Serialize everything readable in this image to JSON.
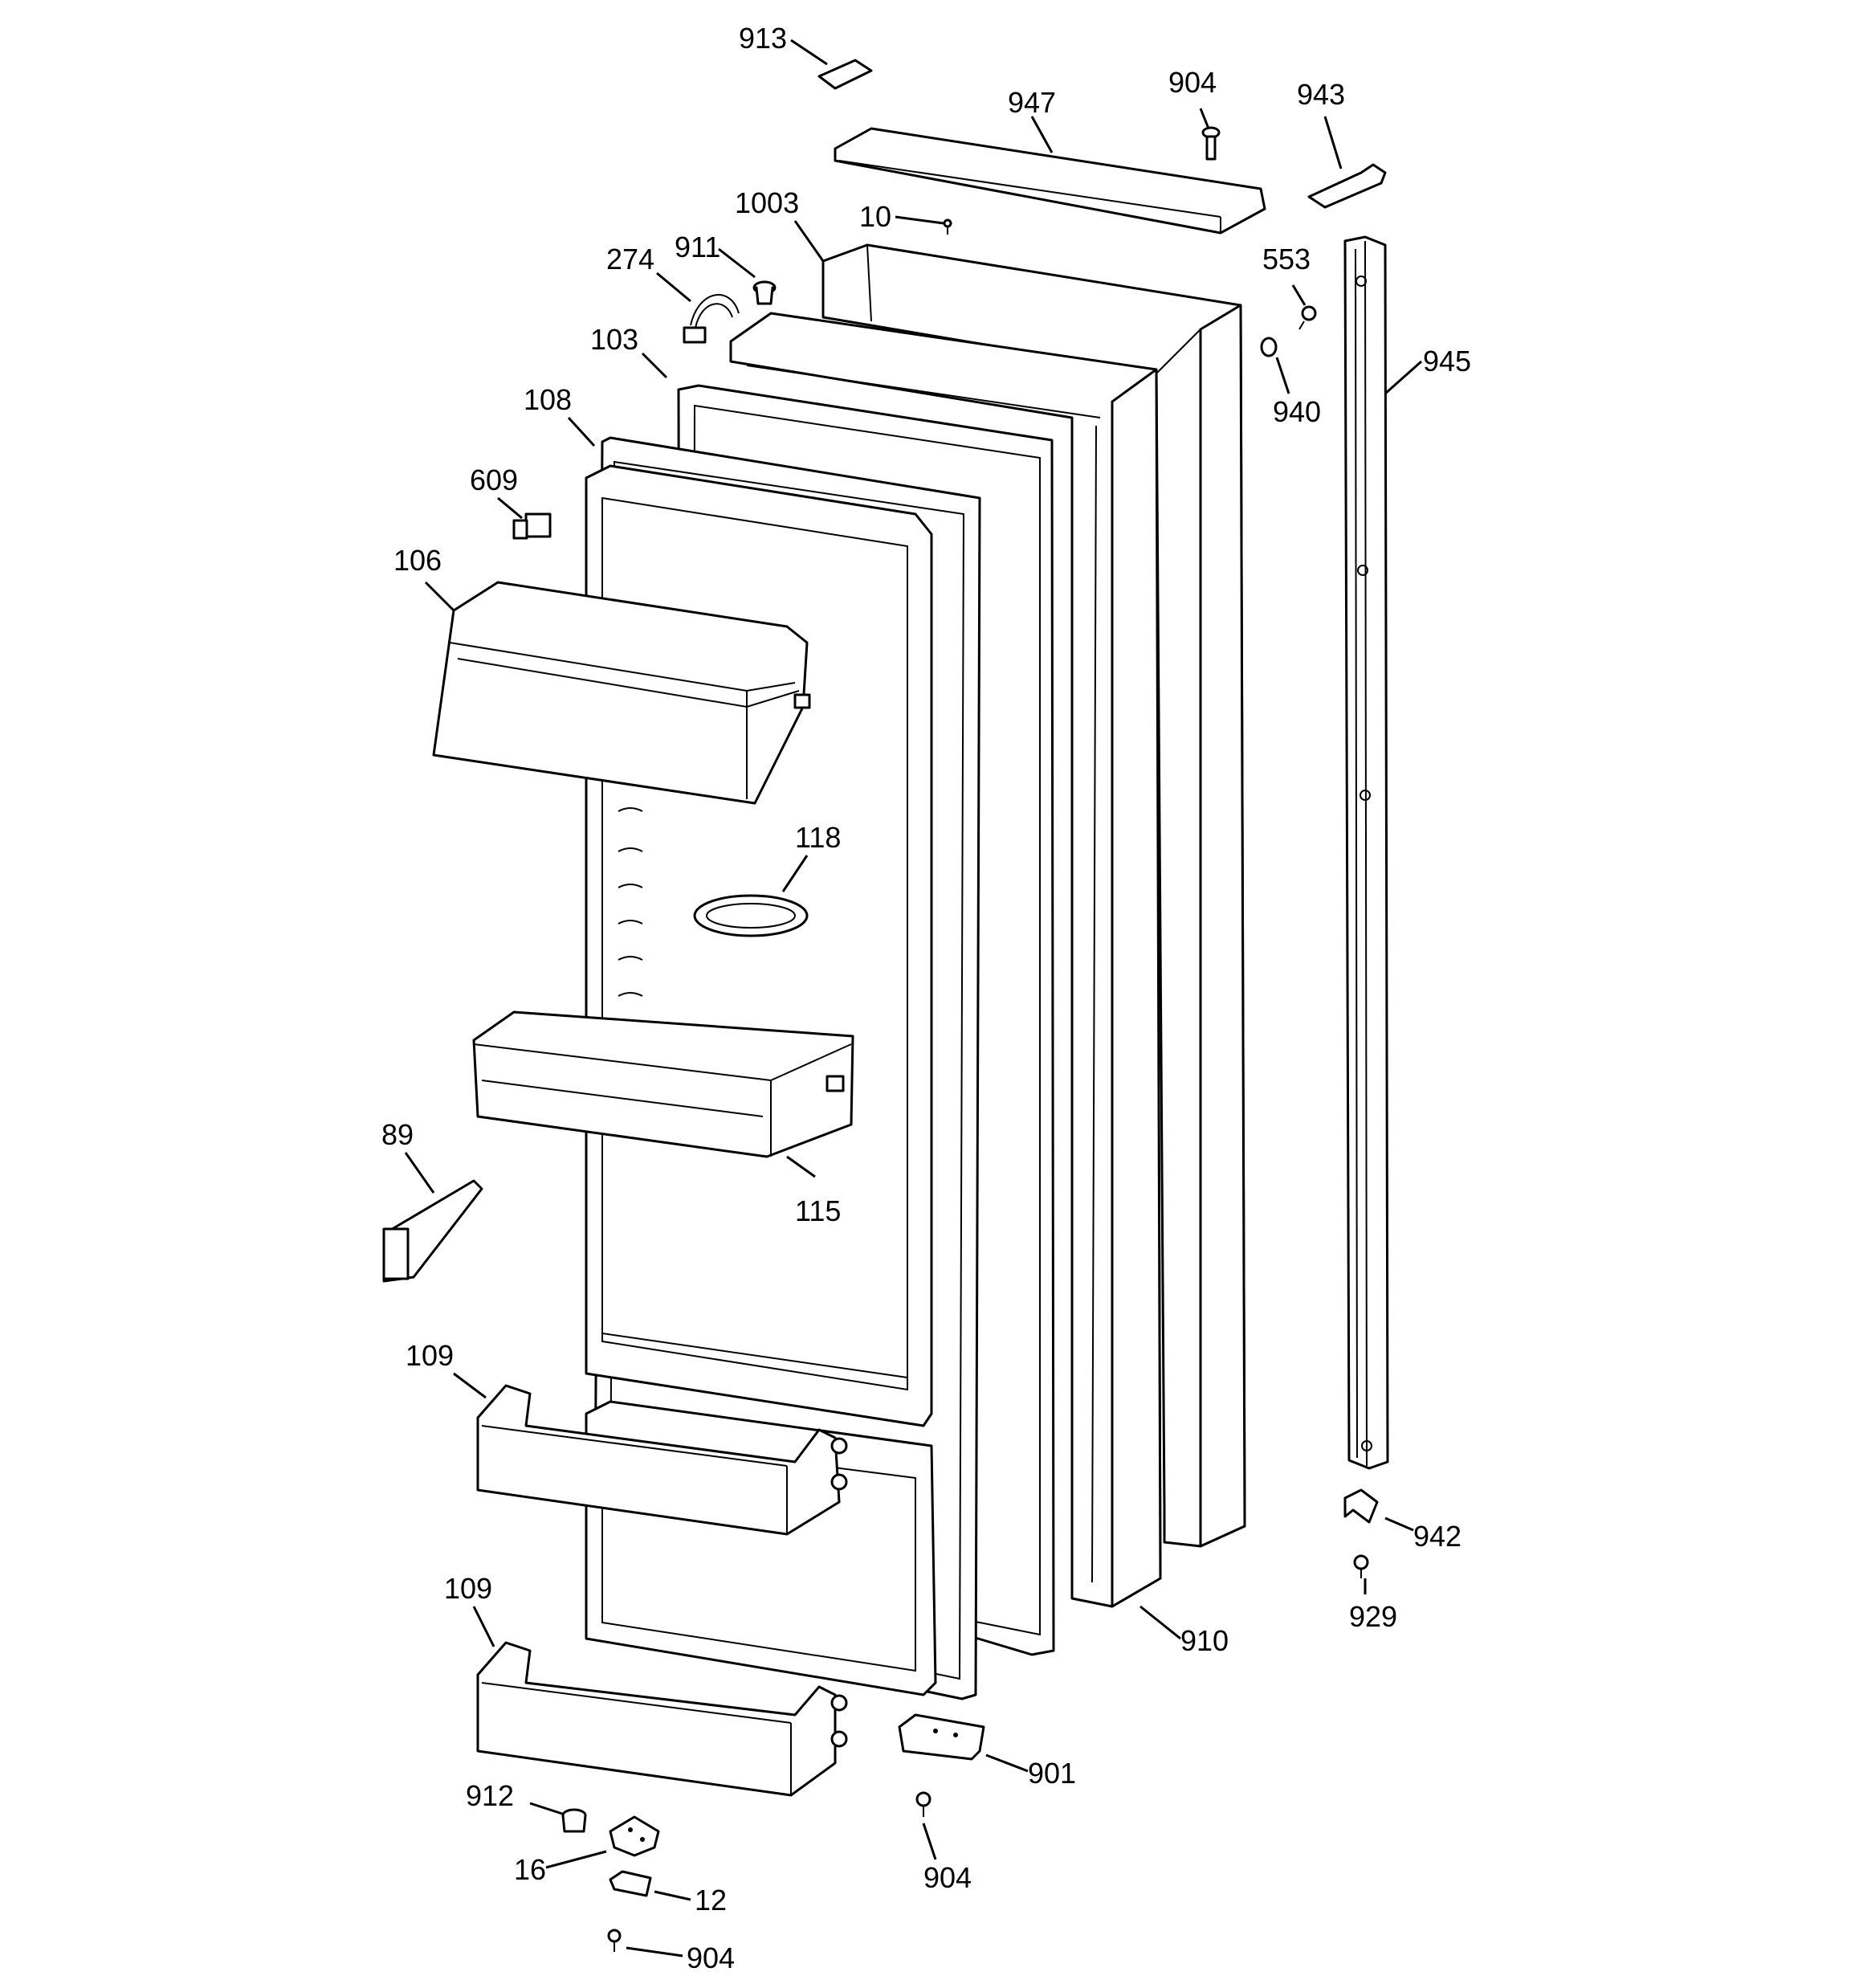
{
  "labels": {
    "p913": "913",
    "p947": "947",
    "p904_top": "904",
    "p943": "943",
    "p1003": "1003",
    "p10": "10",
    "p911": "911",
    "p274": "274",
    "p553": "553",
    "p103": "103",
    "p940": "940",
    "p945": "945",
    "p108": "108",
    "p609": "609",
    "p106": "106",
    "p118": "118",
    "p89": "89",
    "p115": "115",
    "p109_upper": "109",
    "p942": "942",
    "p109_lower": "109",
    "p929": "929",
    "p910": "910",
    "p901": "901",
    "p912": "912",
    "p904_mid": "904",
    "p16": "16",
    "p12": "12",
    "p904_bottom": "904"
  }
}
